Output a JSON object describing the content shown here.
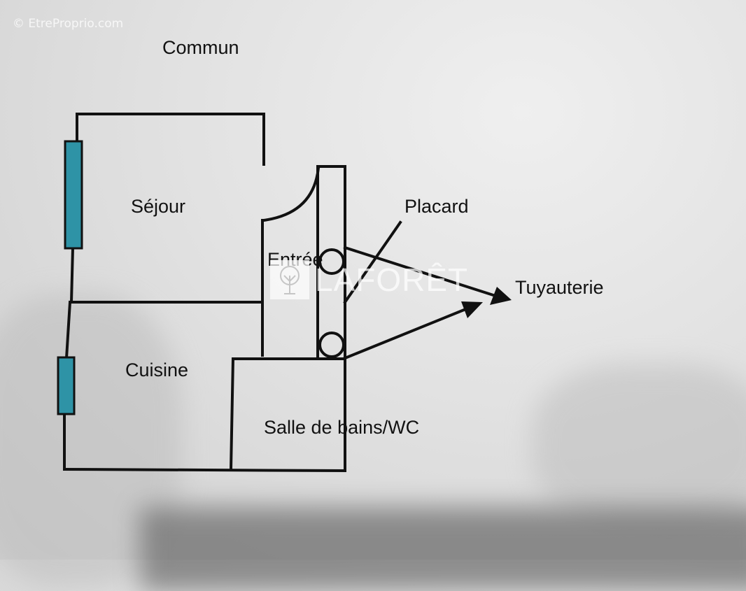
{
  "watermark": {
    "site": "© EtreProprio.com",
    "brand": "LAFORÊT"
  },
  "labels": {
    "commun": "Commun",
    "sejour": "Séjour",
    "entree": "Entrée",
    "placard": "Placard",
    "tuyauterie": "Tuyauterie",
    "cuisine": "Cuisine",
    "salle_de_bains": "Salle de bains/WC"
  },
  "colors": {
    "walls": "#111111",
    "windows": "#2e93a6",
    "paper": "#e6e6e6"
  }
}
